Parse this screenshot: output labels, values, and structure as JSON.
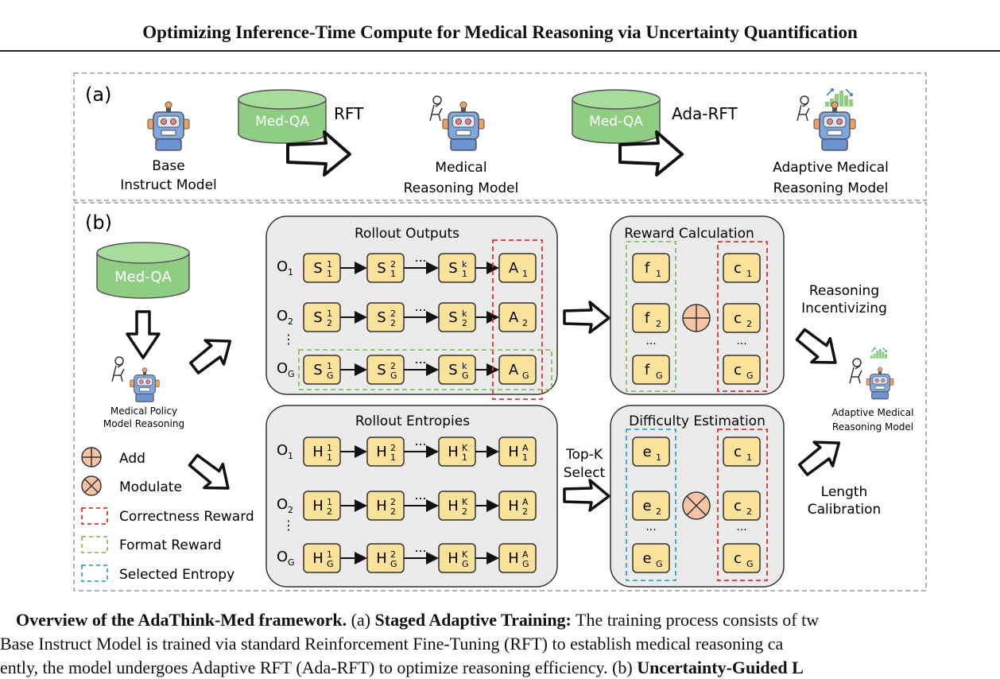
{
  "paper_title": "Optimizing Inference-Time Compute for Medical Reasoning via Uncertainty Quantification",
  "panel_a": {
    "label": "(a)",
    "db1": "Med-QA",
    "arrow1": "RFT",
    "db2": "Med-QA",
    "arrow2": "Ada-RFT",
    "model1_line1": "Base",
    "model1_line2": "Instruct Model",
    "model2_line1": "Medical",
    "model2_line2": "Reasoning Model",
    "model3_line1": "Adaptive Medical",
    "model3_line2": "Reasoning Model"
  },
  "panel_b": {
    "label": "(b)",
    "db": "Med-QA",
    "policy_line1": "Medical Policy",
    "policy_line2": "Model Reasoning",
    "rollout_outputs_title": "Rollout Outputs",
    "rollout_entropies_title": "Rollout Entropies",
    "reward_title": "Reward Calculation",
    "difficulty_title": "Difficulty Estimation",
    "topk_line1": "Top-K",
    "topk_line2": "Select",
    "reasoning_line1": "Reasoning",
    "reasoning_line2": "Incentivizing",
    "length_line1": "Length",
    "length_line2": "Calibration",
    "final_line1": "Adaptive Medical",
    "final_line2": "Reasoning Model",
    "ellipsis": "...",
    "vdots": "⋮"
  },
  "legend": [
    {
      "symbol": "plus",
      "label": "Add"
    },
    {
      "symbol": "times",
      "label": "Modulate"
    },
    {
      "symbol": "dash-red",
      "label": "Correctness Reward",
      "color": "#e03030"
    },
    {
      "symbol": "dash-green",
      "label": "Format Reward",
      "color": "#88c060"
    },
    {
      "symbol": "dash-blue",
      "label": "Selected Entropy",
      "color": "#30a8d0"
    }
  ],
  "colors": {
    "db_fill": "#8fce82",
    "token_fill": "#fbe29a",
    "panel_fill": "#ebebeb",
    "op_fill": "#f6c4a4",
    "robot_fill": "#7fa8e0"
  },
  "caption": {
    "line1_bold_lead": "Overview of the AdaThink-Med framework.",
    "line1_a": "(a)",
    "line1_bold_stage": "Staged Adaptive Training:",
    "line1_rest": "The training process consists of tw",
    "line2": "Base Instruct Model is trained via standard Reinforcement Fine-Tuning (RFT) to establish medical reasoning ca",
    "line3_start": "ently, the model undergoes Adaptive RFT (Ada-RFT) to optimize reasoning efficiency. (b)",
    "line3_bold": "Uncertainty-Guided L"
  }
}
